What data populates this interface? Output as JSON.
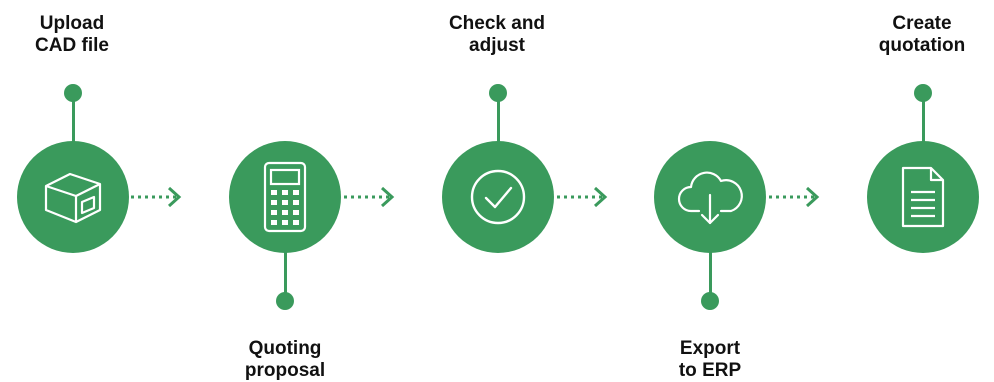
{
  "colors": {
    "accent": "#3a9a5c",
    "text": "#111111",
    "icon_stroke": "#ffffff"
  },
  "steps": [
    {
      "label": "Upload\nCAD file",
      "icon": "cube-icon"
    },
    {
      "label": "Quoting\nproposal",
      "icon": "calculator-icon"
    },
    {
      "label": "Check and\nadjust",
      "icon": "checkmark-icon"
    },
    {
      "label": "Export\nto ERP",
      "icon": "cloud-download-icon"
    },
    {
      "label": "Create\nquotation",
      "icon": "document-icon"
    }
  ]
}
